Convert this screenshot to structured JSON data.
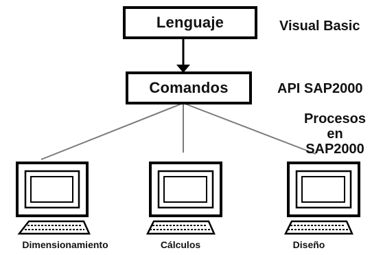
{
  "diagram": {
    "language_box": "Lenguaje",
    "language_value": "Visual Basic",
    "commands_box": "Comandos",
    "commands_value": "API SAP2000",
    "processes_label": [
      "Procesos",
      "en",
      "SAP2000"
    ],
    "computers": [
      {
        "label": "Dimensionamiento",
        "icon": "computer-icon"
      },
      {
        "label": "Cálculos",
        "icon": "computer-icon"
      },
      {
        "label": "Diseño",
        "icon": "computer-icon"
      }
    ]
  },
  "colors": {
    "stroke": "#000000",
    "connector": "#7a7a7a",
    "background": "#ffffff"
  }
}
